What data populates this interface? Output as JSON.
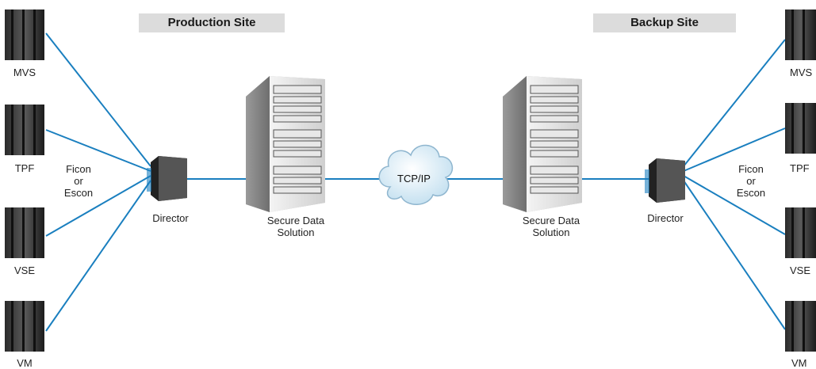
{
  "sites": {
    "production": "Production Site",
    "backup": "Backup Site"
  },
  "left": {
    "hosts": [
      "MVS",
      "TPF",
      "VSE",
      "VM"
    ],
    "protocol": [
      "Ficon",
      "or",
      "Escon"
    ],
    "director": "Director",
    "storage": [
      "Secure Data",
      "Solution"
    ]
  },
  "right": {
    "hosts": [
      "MVS",
      "TPF",
      "VSE",
      "VM"
    ],
    "protocol": [
      "Ficon",
      "or",
      "Escon"
    ],
    "director": "Director",
    "storage": [
      "Secure Data",
      "Solution"
    ]
  },
  "network": "TCP/IP",
  "colors": {
    "link": "#1a7fbf",
    "label_bg": "#dcdcdc",
    "cloud_fill": "#d9ecf7",
    "cloud_stroke": "#8fb6cf"
  }
}
